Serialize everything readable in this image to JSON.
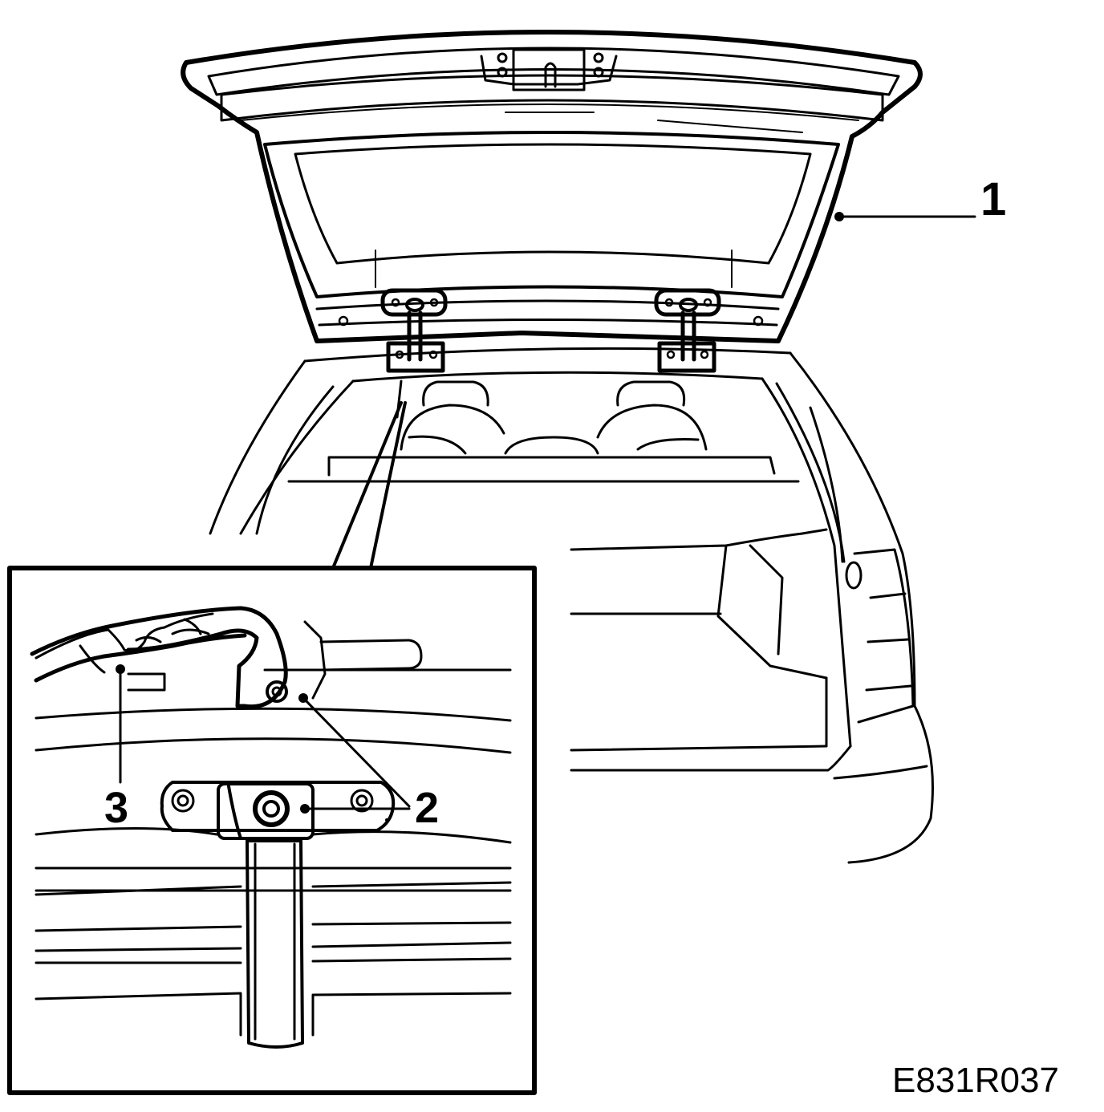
{
  "callouts": {
    "tailgate": "1",
    "hinge": "2",
    "cable": "3"
  },
  "figure_code": "E831R037",
  "colors": {
    "line": "#000000",
    "background": "#ffffff"
  }
}
